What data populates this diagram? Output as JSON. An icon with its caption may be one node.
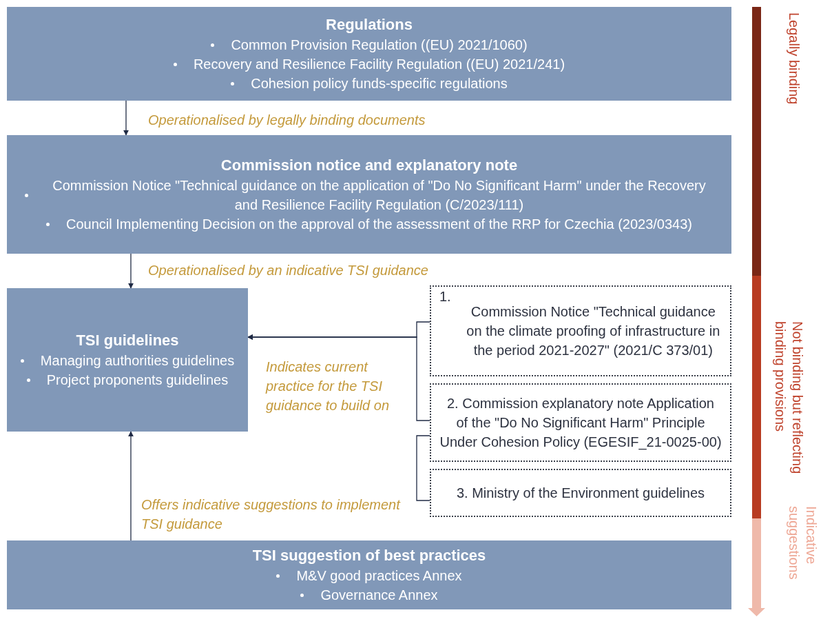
{
  "diagram": {
    "nodes": [
      {
        "text": [
          "Regulations",
          "Common Provision Regulation ((EU) 2021/1060)",
          "Recovery and Resilience Facility Regulation ((EU) 2021/241)",
          "Cohesion policy funds-specific regulations"
        ]
      },
      {
        "text": [
          "Commission notice and explanatory note",
          "Commission Notice \"Technical guidance on the application of \"Do No Significant Harm\" under the Recovery and Resilience Facility Regulation (C/2023/111)",
          "Council Implementing Decision on the approval of the assessment of the RRP for Czechia (2023/0343)"
        ]
      },
      {
        "text": [
          "TSI guidelines",
          "Managing authorities guidelines",
          "Project proponents guidelines"
        ]
      },
      {
        "text": [
          "1.",
          "Commission Notice \"Technical guidance on the climate proofing of infrastructure in the period 2021-2027\" (2021/C 373/01)"
        ]
      },
      {
        "text": [
          "2. Commission explanatory note Application of the \"Do No Significant Harm\" Principle Under Cohesion Policy (EGESIF_21-0025-00)"
        ]
      },
      {
        "text": [
          "3. Ministry of the Environment guidelines"
        ]
      },
      {
        "text": [
          "TSI suggestion of best practices",
          "M&V good practices Annex",
          "Governance Annex"
        ]
      }
    ],
    "edges": [
      {
        "from": 0,
        "to": 1,
        "arrow": "to",
        "label": "Operationalised by legally binding documents"
      },
      {
        "from": 1,
        "to": 2,
        "arrow": "to",
        "label": "Operationalised by an indicative TSI guidance"
      },
      {
        "from": 3,
        "to": 2,
        "arrow": "to",
        "label": "Indicates current practice for the TSI guidance to build on"
      },
      {
        "from": 4,
        "to": 2,
        "arrow": "to"
      },
      {
        "from": 6,
        "to": 2,
        "arrow": "to",
        "label": "Offers indicative suggestions to implement TSI guidance"
      },
      {
        "from": 4,
        "to": 5,
        "arrow": "none"
      }
    ],
    "labels": [
      "Legally binding",
      "Not binding but reflecting binding provisions",
      "Indicative suggestions"
    ]
  }
}
